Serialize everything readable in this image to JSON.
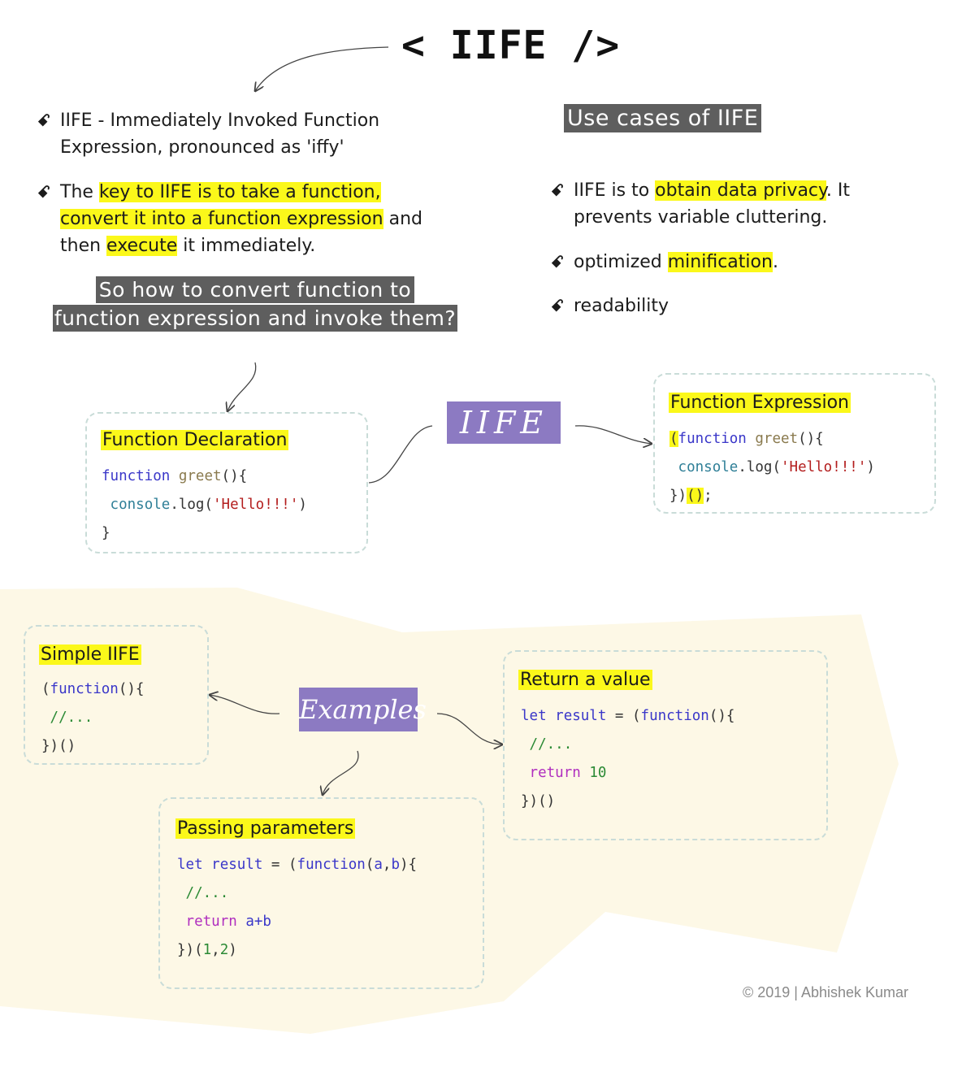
{
  "title": "< IIFE />",
  "definition": {
    "bullet1_line1": "IIFE - Immediately Invoked Function",
    "bullet1_line2": "Expression, pronounced as 'iffy'",
    "bullet2_line1_a": "The ",
    "bullet2_line1_b": "key to IIFE is to take a function,",
    "bullet2_line2_a": "convert it into a function expression",
    "bullet2_line2_b": " and",
    "bullet2_line3_a": "then ",
    "bullet2_line3_b": "execute",
    "bullet2_line3_c": " it immediately."
  },
  "question": {
    "line1": "So how to convert function to",
    "line2": "function expression and invoke them?"
  },
  "use_cases": {
    "heading": "Use cases of IIFE",
    "item1_line1_a": "IIFE is to ",
    "item1_line1_b": "obtain data privacy",
    "item1_line1_c": ". It",
    "item1_line2": "prevents variable cluttering.",
    "item2_a": "optimized ",
    "item2_b": "minification",
    "item2_c": ".",
    "item3": "readability"
  },
  "iife_label": "IIFE",
  "examples_label": "Examples",
  "function_declaration": {
    "title": "Function Declaration",
    "kw": "function",
    "name": "greet",
    "paren": "(){",
    "obj": "console",
    "method": ".log(",
    "string": "'Hello!!!'",
    "close": ")",
    "end": "}"
  },
  "function_expression": {
    "title": "Function Expression",
    "open": "(",
    "kw": "function",
    "name": "greet",
    "paren": "(){",
    "obj": "console",
    "method": ".log(",
    "string": "'Hello!!!'",
    "close": ")",
    "end_a": "})",
    "end_b": "()",
    "end_c": ";"
  },
  "simple_iife": {
    "title": "Simple IIFE",
    "open": "(",
    "kw": "function",
    "paren": "(){",
    "comment": "//...",
    "end": "})()"
  },
  "return_value": {
    "title": "Return a value",
    "let": "let",
    "var": "result",
    "eq": " = (",
    "kw": "function",
    "paren": "(){",
    "comment": "//...",
    "ret": "return",
    "num": "10",
    "end": "})()"
  },
  "passing_params": {
    "title": "Passing parameters",
    "let": "let",
    "var": "result",
    "eq": " = (",
    "kw": "function",
    "params_open": "(",
    "p1": "a",
    "comma": ",",
    "p2": "b",
    "params_close": "){",
    "comment": "//...",
    "ret": "return",
    "expr": "a+b",
    "end_a": "})(",
    "n1": "1",
    "n_comma": ",",
    "n2": "2",
    "end_b": ")"
  },
  "copyright": "© 2019 | Abhishek Kumar",
  "colors": {
    "highlight": "#fbf81a",
    "dark_label": "#5e5e5e",
    "purple_label": "#8c7ac2",
    "examples_background": "#fdf8e6",
    "card_border": "#c9dcd8"
  }
}
